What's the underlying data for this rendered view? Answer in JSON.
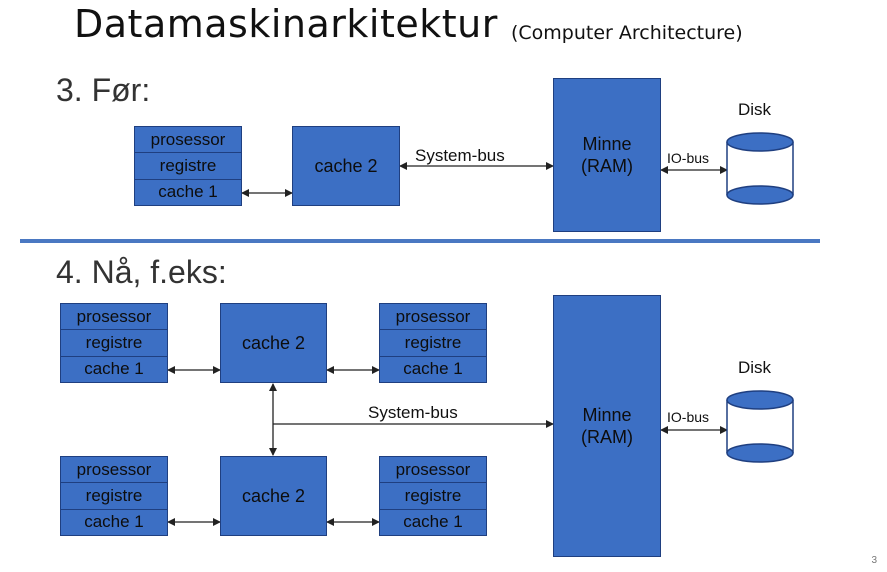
{
  "title": "Datamaskinarkitektur",
  "subtitle": "(Computer Architecture)",
  "section_before": "3. Før:",
  "section_now": "4. Nå, f.eks:",
  "cpu": {
    "processor": "prosessor",
    "registers": "registre",
    "cache1": "cache 1"
  },
  "cache2": "cache 2",
  "ram": {
    "line1": "Minne",
    "line2": "(RAM)"
  },
  "system_bus": "System-bus",
  "io_bus": "IO-bus",
  "disk": "Disk",
  "page_number": "3",
  "colors": {
    "box_blue": "#3c6fc4",
    "divider": "#4a78c2"
  }
}
